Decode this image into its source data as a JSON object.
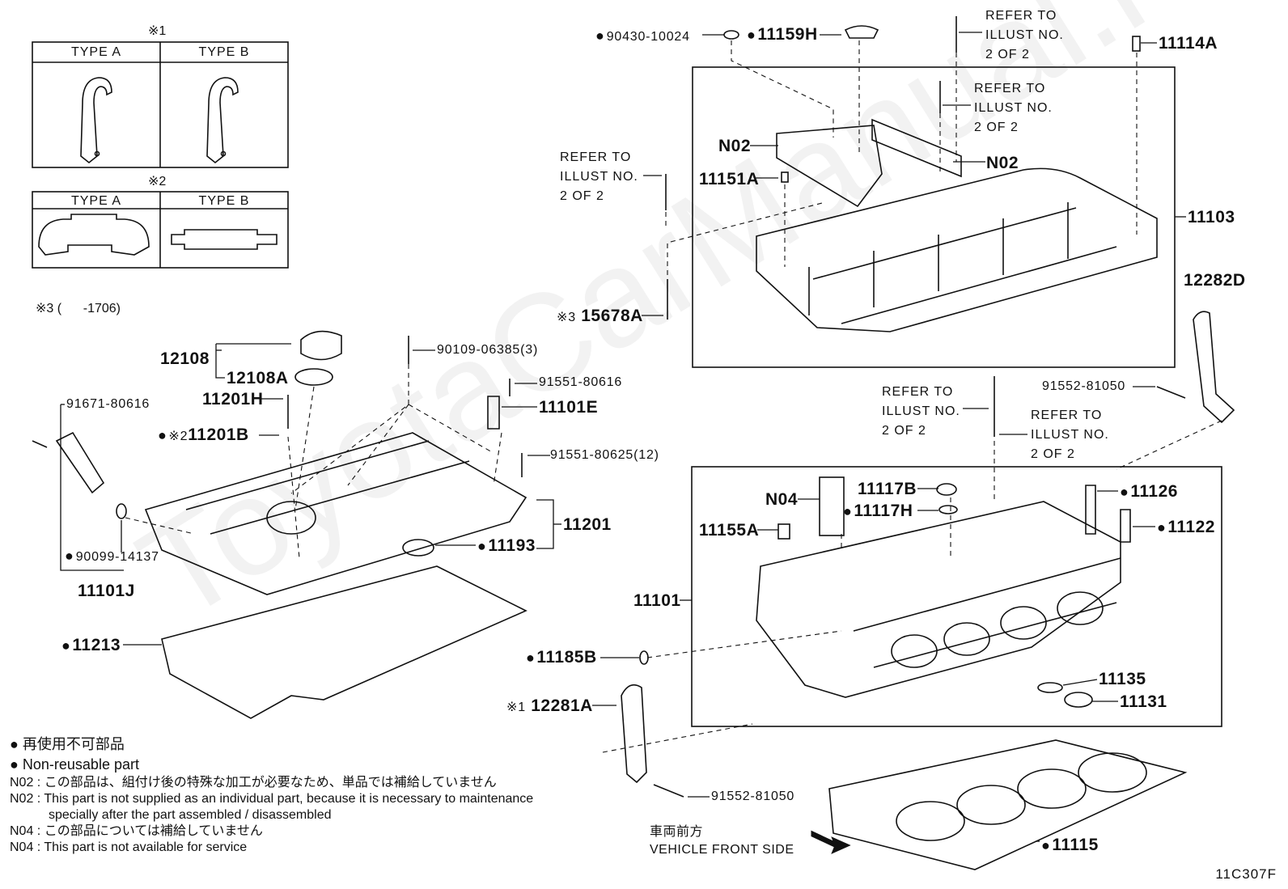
{
  "watermark": "ToyotaCarManual.ru",
  "table1": {
    "mark": "※1",
    "type_a": "TYPE A",
    "type_b": "TYPE B"
  },
  "table2": {
    "mark": "※2",
    "type_a": "TYPE A",
    "type_b": "TYPE B"
  },
  "note3": "※3 (      -1706)",
  "refer": [
    "REFER TO",
    "ILLUST NO.",
    "2 OF 2"
  ],
  "parts": {
    "p90430": "90430-10024",
    "p11159H": "11159H",
    "p11114A": "11114A",
    "pN02a": "N02",
    "pN02b": "N02",
    "p11151A": "11151A",
    "p11103": "11103",
    "p15678A": "15678A",
    "p15678A_mark": "※3",
    "p12282D": "12282D",
    "p91552a": "91552-81050",
    "p12108": "12108",
    "p12108A": "12108A",
    "p90109": "90109-06385(3)",
    "p91551a": "91551-80616",
    "p11201H": "11201H",
    "p11101E": "11101E",
    "p11201B": "11201B",
    "p11201B_mark": "※2",
    "p91551b": "91551-80625(12)",
    "p91671": "91671-80616",
    "p11201": "11201",
    "p11193": "11193",
    "p90099": "90099-14137",
    "p11101J": "11101J",
    "p11213": "11213",
    "pN04": "N04",
    "p11117B": "11117B",
    "p11117H": "11117H",
    "p11126": "11126",
    "p11122": "11122",
    "p11155A": "11155A",
    "p11101": "11101",
    "p11185B": "11185B",
    "p11135": "11135",
    "p11131": "11131",
    "p12281A": "12281A",
    "p12281A_mark": "※1",
    "p91552b": "91552-81050",
    "p11115": "11115"
  },
  "legend": {
    "jp_nonreusable": "再使用不可部品",
    "en_nonreusable": "Non-reusable part",
    "n02_jp": "N02 : この部品は、組付け後の特殊な加工が必要なため、単品では補給していません",
    "n02_en1": "N02 : This part is not supplied as an individual part, because it is necessary to maintenance",
    "n02_en2": "specially after the part assembled / disassembled",
    "n04_jp": "N04 : この部品については補給していません",
    "n04_en": "N04 : This part is not available for service"
  },
  "front": {
    "jp": "車両前方",
    "en": "VEHICLE FRONT SIDE"
  },
  "figure_code": "11C307F"
}
